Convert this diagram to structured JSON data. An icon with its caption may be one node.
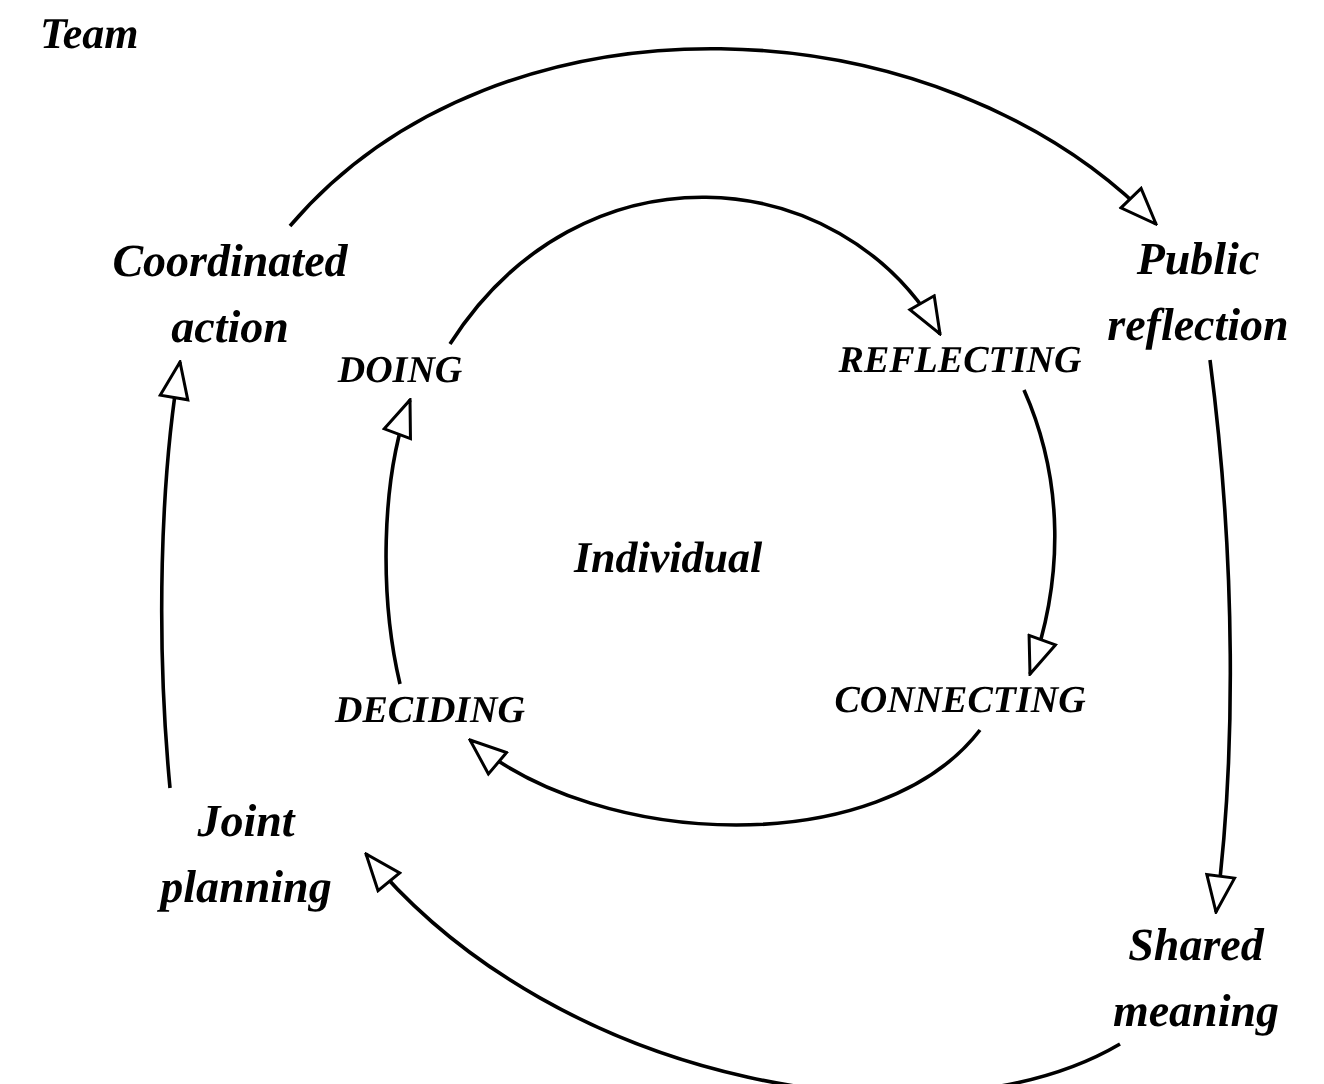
{
  "diagram": {
    "nodes": [
      {
        "text": [
          "Coordinated action"
        ]
      },
      {
        "text": [
          "Public reflection"
        ]
      },
      {
        "text": [
          "Shared meaning"
        ]
      },
      {
        "text": [
          "Joint planning"
        ]
      },
      {
        "text": [
          "DOING"
        ]
      },
      {
        "text": [
          "REFLECTING"
        ]
      },
      {
        "text": [
          "CONNECTING"
        ]
      },
      {
        "text": [
          "DECIDING"
        ]
      }
    ],
    "edges": [
      {
        "from": 0,
        "to": 1,
        "arrow": "to"
      },
      {
        "from": 1,
        "to": 2,
        "arrow": "to"
      },
      {
        "from": 2,
        "to": 3,
        "arrow": "to"
      },
      {
        "from": 3,
        "to": 0,
        "arrow": "to"
      },
      {
        "from": 4,
        "to": 5,
        "arrow": "to"
      },
      {
        "from": 5,
        "to": 6,
        "arrow": "to"
      },
      {
        "from": 6,
        "to": 7,
        "arrow": "to"
      },
      {
        "from": 7,
        "to": 4,
        "arrow": "to"
      }
    ],
    "labels": [
      "Team",
      "Individual"
    ]
  }
}
